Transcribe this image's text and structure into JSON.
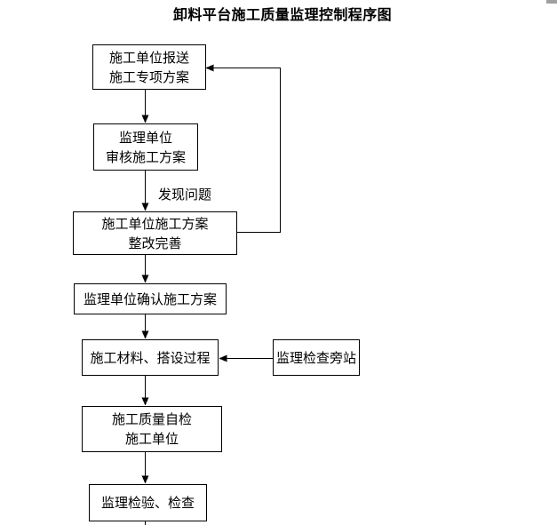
{
  "title": "卸料平台施工质量监理控制程序图",
  "flowchart": {
    "nodes": {
      "submit": {
        "line1": "施工单位报送",
        "line2": "施工专项方案"
      },
      "review": {
        "line1": "监理单位",
        "line2": "审核施工方案"
      },
      "rectify": {
        "line1": "施工单位施工方案",
        "line2": "整改完善"
      },
      "confirm": {
        "line1": "监理单位确认施工方案"
      },
      "materials": {
        "line1": "施工材料、搭设过程"
      },
      "supervision_side": {
        "line1": "监理检查旁站"
      },
      "self_check": {
        "line1": "施工质量自检",
        "line2": "施工单位"
      },
      "inspection": {
        "line1": "监理检验、检查"
      }
    },
    "edge_labels": {
      "found_problem": "发现问题"
    },
    "colors": {
      "line": "#000000",
      "text": "#000000",
      "box_border": "#000000",
      "background": "#ffffff",
      "scroll_fragment": "#a0a0a0"
    }
  }
}
